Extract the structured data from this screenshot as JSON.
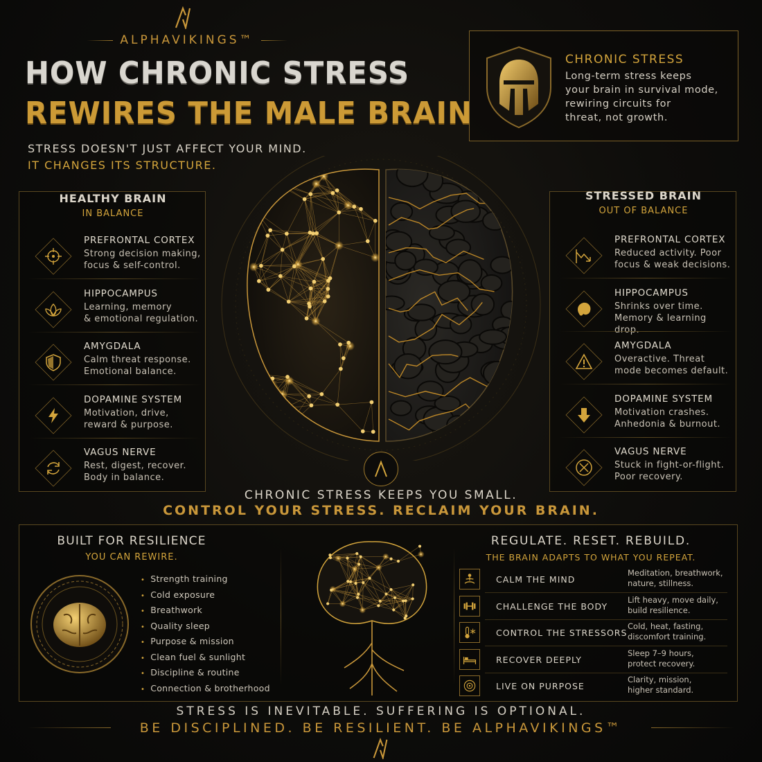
{
  "header": {
    "brand": "ALPHAVIKINGS™",
    "title_line1": "HOW CHRONIC STRESS",
    "title_line2": "REWIRES THE MALE BRAIN",
    "subtitle_line1": "STRESS DOESN'T JUST AFFECT YOUR MIND.",
    "subtitle_line2": "IT CHANGES ITS STRUCTURE."
  },
  "chronic_stress": {
    "title": "CHRONIC STRESS",
    "lines": [
      "Long-term stress keeps",
      "your brain in survival mode,",
      "rewiring circuits for",
      "threat, not growth."
    ]
  },
  "healthy": {
    "title": "HEALTHY BRAIN",
    "subtitle": "IN BALANCE",
    "items": [
      {
        "icon": "target-icon",
        "title": "PREFRONTAL CORTEX",
        "lines": [
          "Strong decision making,",
          "focus & self-control."
        ]
      },
      {
        "icon": "lotus-icon",
        "title": "HIPPOCAMPUS",
        "lines": [
          "Learning, memory",
          "& emotional regulation."
        ]
      },
      {
        "icon": "shield-icon",
        "title": "AMYGDALA",
        "lines": [
          "Calm threat response.",
          "Emotional balance."
        ]
      },
      {
        "icon": "lightning-icon",
        "title": "DOPAMINE SYSTEM",
        "lines": [
          "Motivation, drive,",
          "reward & purpose."
        ]
      },
      {
        "icon": "cycle-icon",
        "title": "VAGUS NERVE",
        "lines": [
          "Rest, digest, recover.",
          "Body in balance."
        ]
      }
    ]
  },
  "stressed": {
    "title": "STRESSED BRAIN",
    "subtitle": "OUT OF BALANCE",
    "items": [
      {
        "icon": "trend-down-icon",
        "title": "PREFRONTAL CORTEX",
        "lines": [
          "Reduced activity. Poor",
          "focus & weak decisions."
        ]
      },
      {
        "icon": "shrinking-organ-icon",
        "title": "HIPPOCAMPUS",
        "lines": [
          "Shrinks over time.",
          "Memory & learning drop."
        ]
      },
      {
        "icon": "warning-icon",
        "title": "AMYGDALA",
        "lines": [
          "Overactive. Threat",
          "mode becomes default."
        ]
      },
      {
        "icon": "arrow-down-icon",
        "title": "DOPAMINE SYSTEM",
        "lines": [
          "Motivation crashes.",
          "Anhedonia & burnout."
        ]
      },
      {
        "icon": "x-circle-icon",
        "title": "VAGUS NERVE",
        "lines": [
          "Stuck in fight-or-flight.",
          "Poor recovery."
        ]
      }
    ]
  },
  "middle": {
    "line1": "CHRONIC STRESS KEEPS YOU SMALL.",
    "line2": "CONTROL YOUR STRESS. RECLAIM YOUR BRAIN."
  },
  "resilience": {
    "title": "BUILT FOR RESILIENCE",
    "subtitle": "YOU CAN REWIRE.",
    "list": [
      "Strength training",
      "Cold exposure",
      "Breathwork",
      "Quality sleep",
      "Purpose & mission",
      "Clean fuel & sunlight",
      "Discipline & routine",
      "Connection & brotherhood"
    ]
  },
  "regulate": {
    "title": "REGULATE. RESET. REBUILD.",
    "subtitle": "THE BRAIN ADAPTS TO WHAT YOU REPEAT.",
    "rows": [
      {
        "icon": "meditation-icon",
        "label": "CALM THE MIND",
        "lines": [
          "Meditation, breathwork,",
          "nature, stillness."
        ]
      },
      {
        "icon": "dumbbell-icon",
        "label": "CHALLENGE THE BODY",
        "lines": [
          "Lift heavy, move daily,",
          "build resilience."
        ]
      },
      {
        "icon": "thermometer-snow-icon",
        "label": "CONTROL THE STRESSORS",
        "lines": [
          "Cold, heat, fasting,",
          "discomfort training."
        ]
      },
      {
        "icon": "bed-icon",
        "label": "RECOVER DEEPLY",
        "lines": [
          "Sleep 7–9 hours,",
          "protect recovery."
        ]
      },
      {
        "icon": "compass-target-icon",
        "label": "LIVE ON PURPOSE",
        "lines": [
          "Clarity, mission,",
          "higher standard."
        ]
      }
    ]
  },
  "footer": {
    "line1": "STRESS IS INEVITABLE. SUFFERING IS OPTIONAL.",
    "line2": "BE DISCIPLINED. BE RESILIENT. BE ALPHAVIKINGS™"
  },
  "colors": {
    "gold": "#d4a53c",
    "background": "#0c0b09",
    "text": "#d8d2c6"
  }
}
